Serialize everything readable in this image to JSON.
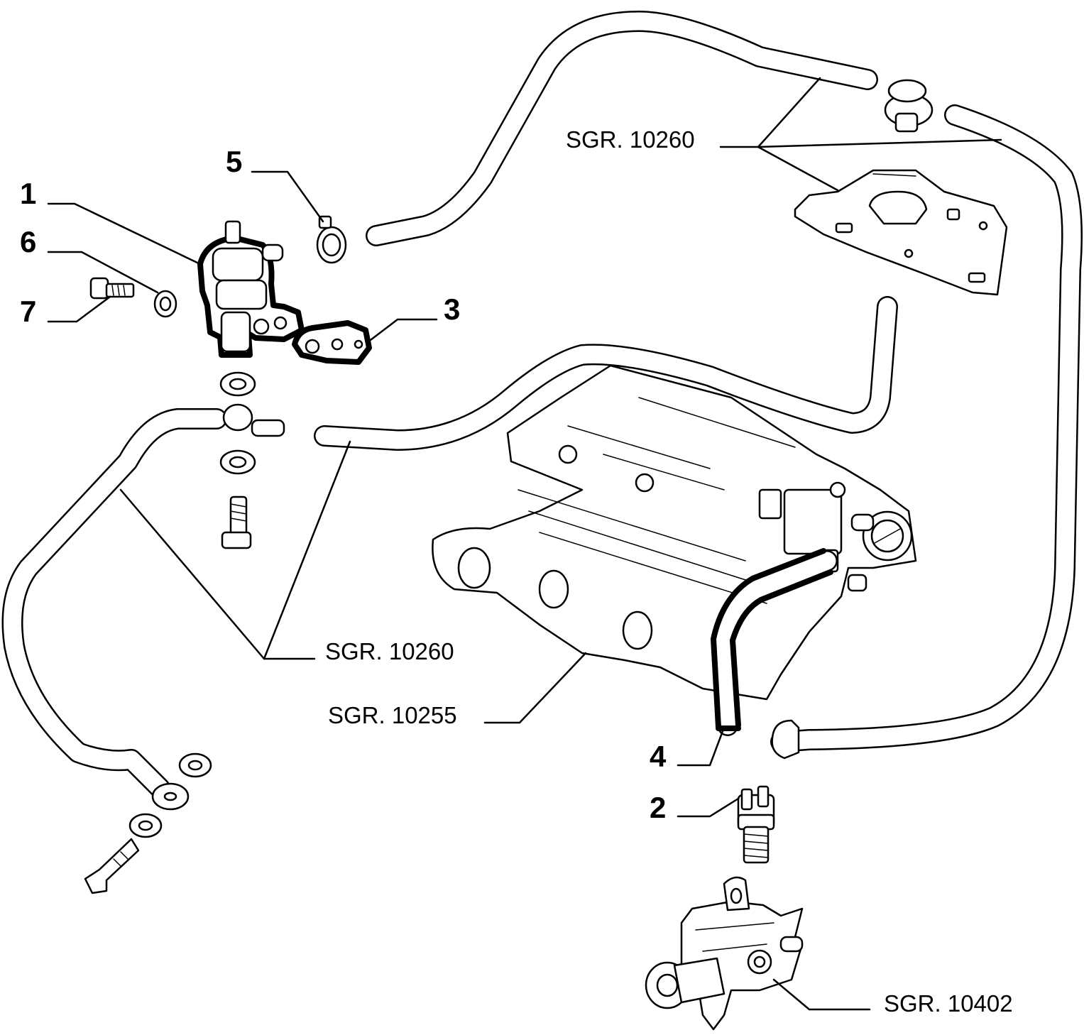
{
  "callouts": {
    "c1": "1",
    "c2": "2",
    "c3": "3",
    "c4": "4",
    "c5": "5",
    "c6": "6",
    "c7": "7"
  },
  "references": {
    "sgr_top": "SGR. 10260",
    "sgr_left": "SGR. 10260",
    "sgr_manifold": "SGR. 10255",
    "sgr_thermostat": "SGR. 10402"
  }
}
